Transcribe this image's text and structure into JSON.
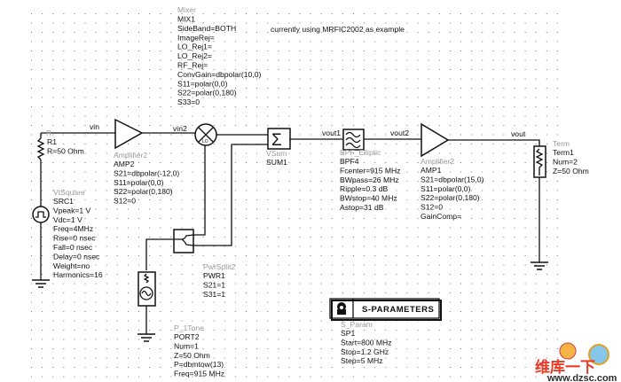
{
  "note": "currently using  MRFIC2002 as example",
  "mixer": {
    "type": "Mixer",
    "lines": [
      "MIX1",
      "SideBand=BOTH",
      "ImageRej=",
      "LO_Rej1=",
      "LO_Rej2=",
      "RF_Rej=",
      "ConvGain=dbpolar(10,0)",
      "S11=polar(0,0)",
      "S22=polar(0,180)",
      "S33=0"
    ]
  },
  "nets": {
    "vin": "vin",
    "vin2": "vin2",
    "vout1": "vout1",
    "vout2": "vout2",
    "vout": "vout"
  },
  "resistor": {
    "type": "R",
    "lines": [
      "R1",
      "R=50 Ohm"
    ]
  },
  "amp2": {
    "type": "Amplifier2",
    "lines": [
      "AMP2",
      "S21=dbpolar(-12,0)",
      "S11=polar(0,0)",
      "S22=polar(0,180)",
      "S12=0"
    ]
  },
  "sum": {
    "type": "VSum",
    "lines": [
      "SUM1"
    ]
  },
  "bpf": {
    "type": "BPF_Elliptic",
    "lines": [
      "BPF4",
      "Fcenter=915 MHz",
      "BWpass=26 MHz",
      "Ripple=0.3 dB",
      "BWstop=40 MHz",
      "Astop=31 dB"
    ]
  },
  "amp1": {
    "type": "Amplifier2",
    "lines": [
      "AMP1",
      "S21=dbpolar(15,0)",
      "S11=polar(0,0)",
      "S22=polar(0,180)",
      "S12=0",
      "GainComp="
    ]
  },
  "term": {
    "type": "Term",
    "lines": [
      "Term1",
      "Num=2",
      "Z=50 Ohm"
    ]
  },
  "src": {
    "type": "VtSquare",
    "lines": [
      "SRC1",
      "Vpeak=1 V",
      "Vdc=1 V",
      "Freq=4MHz",
      "Rise=0 nsec",
      "Fall=0 nsec",
      "Delay=0 nsec",
      "Weight=no",
      "Harmonics=16"
    ]
  },
  "splitter": {
    "type": "PwrSplit2",
    "lines": [
      "PWR1",
      "S21=1",
      "S31=1"
    ]
  },
  "port": {
    "type": "P_1Tone",
    "lines": [
      "PORT2",
      "Num=1",
      "Z=50 Ohm",
      "P=dbmtow(13)",
      "Freq=915 MHz"
    ]
  },
  "sparams": {
    "title": "S-PARAMETERS",
    "type": "S_Param",
    "lines": [
      "SP1",
      "Start=800 MHz",
      "Stop=1.2 GHz",
      "Step=5 MHz"
    ]
  },
  "watermark": {
    "brand": "维库一下",
    "url": "www.dzsc.com"
  }
}
